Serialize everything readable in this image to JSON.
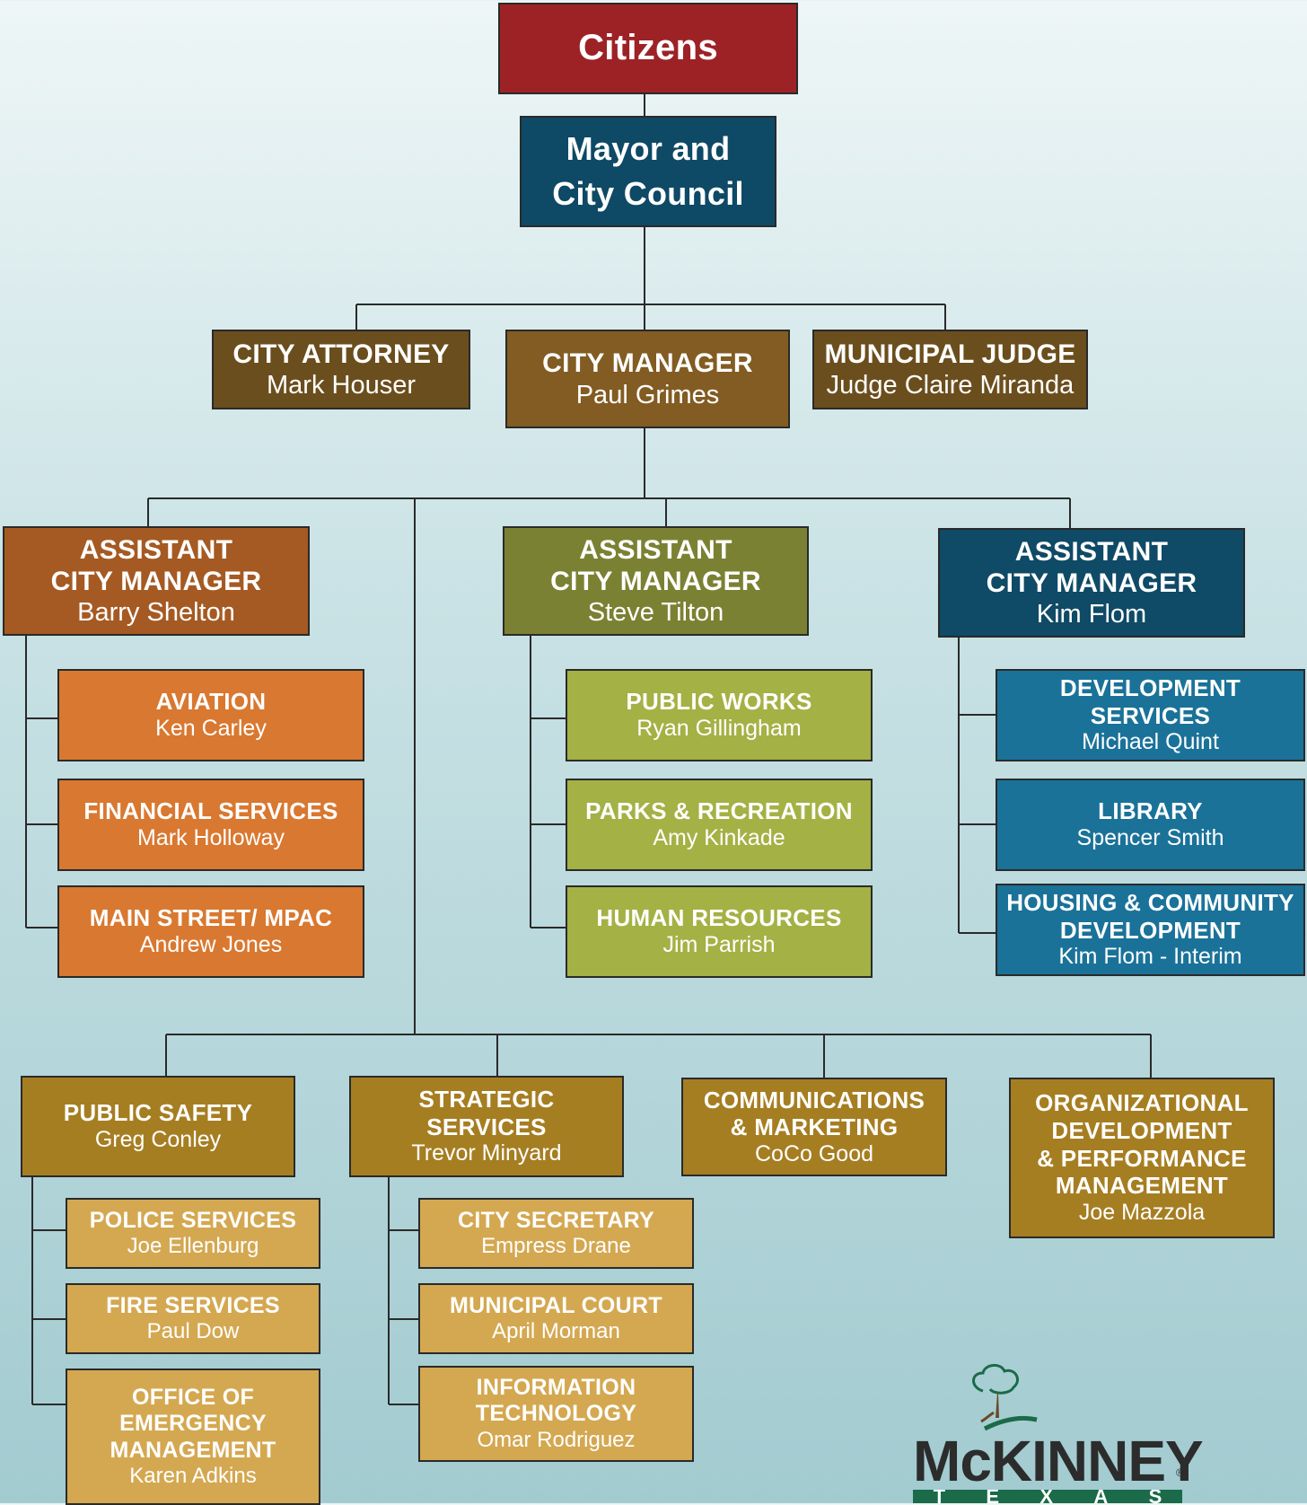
{
  "citizens": {
    "title": "Citizens"
  },
  "mayor": {
    "line1": "Mayor and",
    "line2": "City Council"
  },
  "attorney": {
    "title": "CITY ATTORNEY",
    "name": "Mark Houser"
  },
  "manager": {
    "title": "CITY MANAGER",
    "name": "Paul Grimes"
  },
  "judge": {
    "title": "MUNICIPAL JUDGE",
    "name": "Judge Claire Miranda"
  },
  "acm_shelton": {
    "line1": "ASSISTANT",
    "line2": "CITY MANAGER",
    "name": "Barry Shelton"
  },
  "acm_tilton": {
    "line1": "ASSISTANT",
    "line2": "CITY MANAGER",
    "name": "Steve Tilton"
  },
  "acm_flom": {
    "line1": "ASSISTANT",
    "line2": "CITY MANAGER",
    "name": "Kim Flom"
  },
  "aviation": {
    "title": "AVIATION",
    "name": "Ken Carley"
  },
  "financial": {
    "title": "FINANCIAL SERVICES",
    "name": "Mark Holloway"
  },
  "mainstreet": {
    "title": "MAIN STREET/ MPAC",
    "name": "Andrew Jones"
  },
  "publicworks": {
    "title": "PUBLIC WORKS",
    "name": "Ryan Gillingham"
  },
  "parks": {
    "title": "PARKS & RECREATION",
    "name": "Amy Kinkade"
  },
  "hr": {
    "title": "HUMAN RESOURCES",
    "name": "Jim Parrish"
  },
  "devservices": {
    "line1": "DEVELOPMENT",
    "line2": "SERVICES",
    "name": "Michael Quint"
  },
  "library": {
    "title": "LIBRARY",
    "name": "Spencer Smith"
  },
  "housing": {
    "line1": "HOUSING & COMMUNITY",
    "line2": "DEVELOPMENT",
    "name": "Kim Flom - Interim"
  },
  "publicsafety": {
    "title": "PUBLIC SAFETY",
    "name": "Greg Conley"
  },
  "strategic": {
    "line1": "STRATEGIC",
    "line2": "SERVICES",
    "name": "Trevor Minyard"
  },
  "comms": {
    "line1": "COMMUNICATIONS",
    "line2": "& MARKETING",
    "name": "CoCo Good"
  },
  "orgdev": {
    "line1": "ORGANIZATIONAL",
    "line2": "DEVELOPMENT",
    "line3": "& PERFORMANCE",
    "line4": "MANAGEMENT",
    "name": "Joe Mazzola"
  },
  "police": {
    "title": "POLICE SERVICES",
    "name": "Joe Ellenburg"
  },
  "fire": {
    "title": "FIRE SERVICES",
    "name": "Paul Dow"
  },
  "oem": {
    "line1": "OFFICE OF",
    "line2": "EMERGENCY",
    "line3": "MANAGEMENT",
    "name": "Karen Adkins"
  },
  "citysecretary": {
    "title": "CITY SECRETARY",
    "name": "Empress Drane"
  },
  "municipalcourt": {
    "title": "MUNICIPAL COURT",
    "name": "April Morman"
  },
  "it": {
    "line1": "INFORMATION",
    "line2": "TECHNOLOGY",
    "name": "Omar Rodriguez"
  },
  "logo": {
    "word": "McKINNEY",
    "reg": "®",
    "letters": [
      "T",
      "E",
      "X",
      "A",
      "S"
    ]
  }
}
